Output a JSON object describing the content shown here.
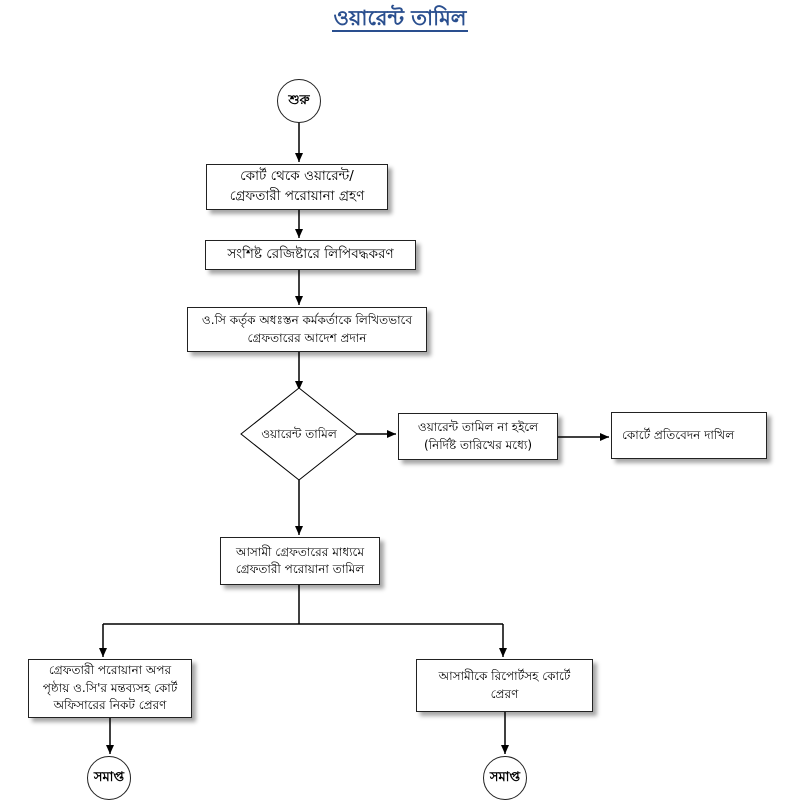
{
  "title": "ওয়ারেন্ট তামিল",
  "nodes": {
    "start": "শুরু",
    "receive": "কোর্ট থেকে ওয়ারেন্ট/\nগ্রেফতারী পরোয়ানা গ্রহণ",
    "register": "সংশিষ্ট রেজিষ্টারে লিপিবদ্ধকরণ",
    "order": "ও.সি কর্তৃক অধঃস্তন কর্মকর্তাকে লিখিতভাবে\nগ্রেফতারের আদেশ প্রদান",
    "decision": "ওয়ারেন্ট তামিল",
    "not_executed": "ওয়ারেন্ট তামিল না হইলে\n(নির্দিষ্ট তারিখের মধ্যে)",
    "court_report": "কোর্টে প্রতিবেদন দাখিল",
    "arrest_execute": "আসামী গ্রেফতারের মাধ্যমে\nগ্রেফতারী পরোয়ানা তামিল",
    "send_officer": "গ্রেফতারী পরোয়ানা অপর\nপৃষ্ঠায় ও.সি'র মন্তব্যসহ কোর্ট\nঅফিসারের নিকট প্রেরণ",
    "send_accused": "আসামীকে রিপোর্টসহ কোর্টে\nপ্রেরণ",
    "end_left": "সমাপ্ত",
    "end_right": "সমাপ্ত"
  }
}
